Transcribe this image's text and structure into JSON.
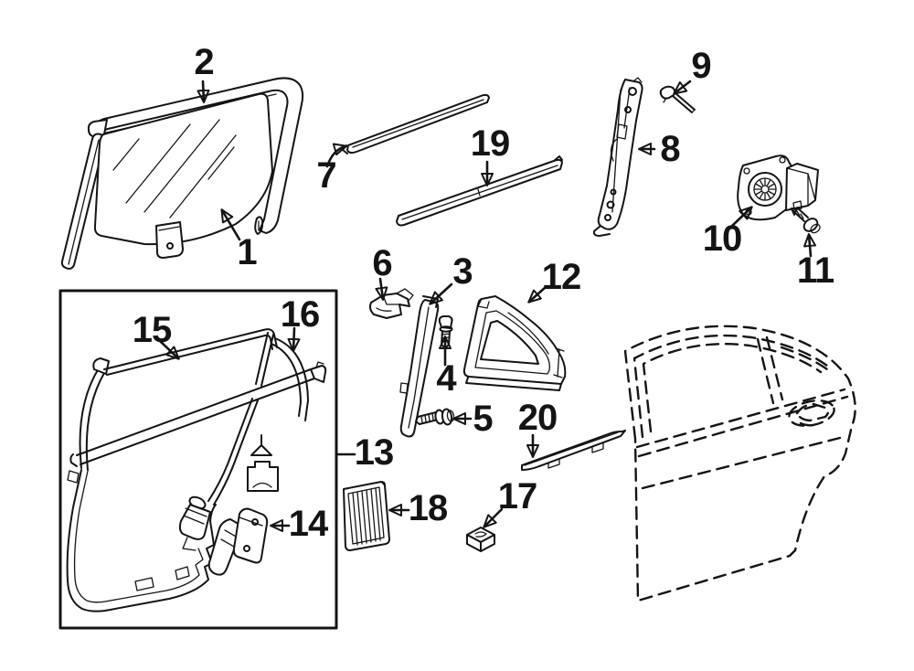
{
  "page": {
    "background_color": "#ffffff",
    "line_color": "#141414"
  },
  "diagram": {
    "kind": "exploded-parts-line-diagram",
    "subject": "rear-door-glass-and-hardware",
    "callouts": {
      "c1": {
        "label": "1"
      },
      "c2": {
        "label": "2"
      },
      "c3": {
        "label": "3"
      },
      "c4": {
        "label": "4"
      },
      "c5": {
        "label": "5"
      },
      "c6": {
        "label": "6"
      },
      "c7": {
        "label": "7"
      },
      "c8": {
        "label": "8"
      },
      "c9": {
        "label": "9"
      },
      "c10": {
        "label": "10"
      },
      "c11": {
        "label": "11"
      },
      "c12": {
        "label": "12"
      },
      "c13": {
        "label": "13"
      },
      "c14": {
        "label": "14"
      },
      "c15": {
        "label": "15"
      },
      "c16": {
        "label": "16"
      },
      "c17": {
        "label": "17"
      },
      "c18": {
        "label": "18"
      },
      "c19": {
        "label": "19"
      },
      "c20": {
        "label": "20"
      }
    }
  }
}
